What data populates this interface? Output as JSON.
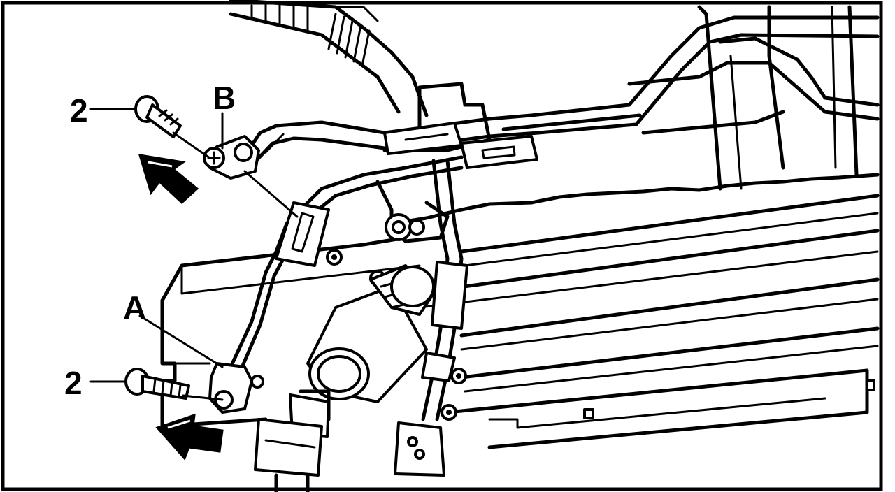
{
  "labels": {
    "bolt_upper": "2",
    "bolt_lower": "2",
    "point_b": "B",
    "point_a": "A"
  },
  "colors": {
    "line": "#000000",
    "background": "#ffffff"
  },
  "icons": {
    "arrow_upper": "direction-arrow-icon",
    "arrow_lower": "direction-arrow-icon"
  }
}
